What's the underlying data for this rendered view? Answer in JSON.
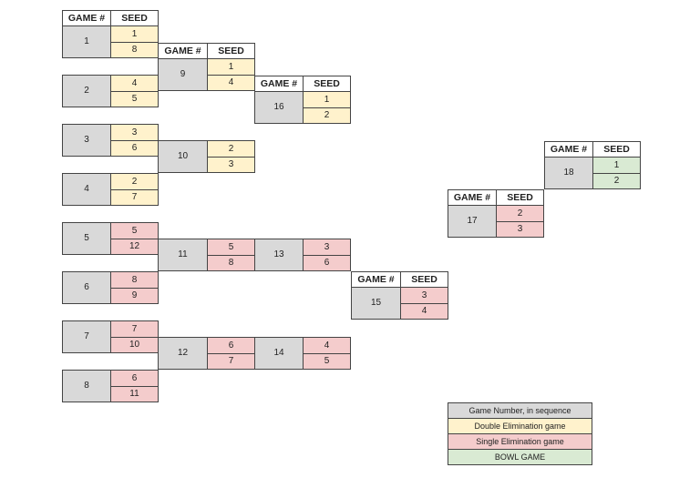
{
  "header": {
    "game_label": "GAME #",
    "seed_label": "SEED"
  },
  "games": {
    "g1": {
      "number": "1",
      "seeds": [
        "1",
        "8"
      ]
    },
    "g2": {
      "number": "2",
      "seeds": [
        "4",
        "5"
      ]
    },
    "g3": {
      "number": "3",
      "seeds": [
        "3",
        "6"
      ]
    },
    "g4": {
      "number": "4",
      "seeds": [
        "2",
        "7"
      ]
    },
    "g5": {
      "number": "5",
      "seeds": [
        "5",
        "12"
      ]
    },
    "g6": {
      "number": "6",
      "seeds": [
        "8",
        "9"
      ]
    },
    "g7": {
      "number": "7",
      "seeds": [
        "7",
        "10"
      ]
    },
    "g8": {
      "number": "8",
      "seeds": [
        "6",
        "11"
      ]
    },
    "g9": {
      "number": "9",
      "seeds": [
        "1",
        "4"
      ]
    },
    "g10": {
      "number": "10",
      "seeds": [
        "2",
        "3"
      ]
    },
    "g11": {
      "number": "11",
      "seeds": [
        "5",
        "8"
      ]
    },
    "g12": {
      "number": "12",
      "seeds": [
        "6",
        "7"
      ]
    },
    "g13": {
      "number": "13",
      "seeds": [
        "3",
        "6"
      ]
    },
    "g14": {
      "number": "14",
      "seeds": [
        "4",
        "5"
      ]
    },
    "g15": {
      "number": "15",
      "seeds": [
        "3",
        "4"
      ]
    },
    "g16": {
      "number": "16",
      "seeds": [
        "1",
        "2"
      ]
    },
    "g17": {
      "number": "17",
      "seeds": [
        "2",
        "3"
      ]
    },
    "g18": {
      "number": "18",
      "seeds": [
        "1",
        "2"
      ]
    }
  },
  "legend": {
    "game_number": "Game Number, in sequence",
    "double": "Double Elimination game",
    "single": "Single Elimination game",
    "bowl": "BOWL GAME"
  },
  "colors": {
    "game": "#d9d9d9",
    "double": "#fff2cc",
    "single": "#f4cccc",
    "bowl": "#d9ead3"
  }
}
